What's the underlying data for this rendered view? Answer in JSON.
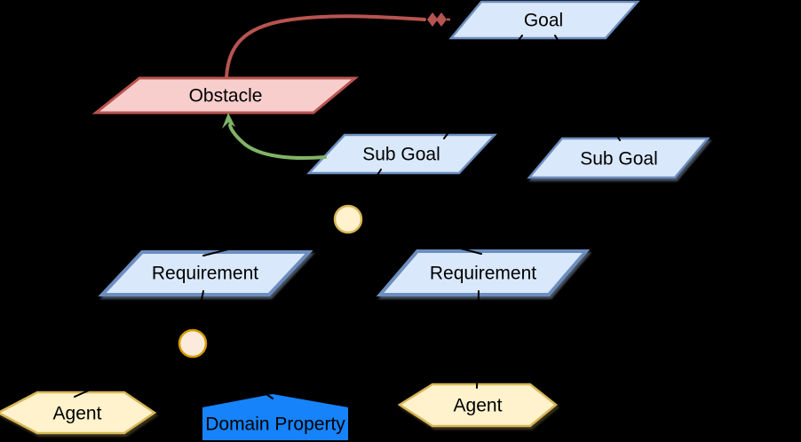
{
  "canvas": {
    "background": "#000000"
  },
  "diagram": {
    "type": "kaos-goal-model",
    "nodes": {
      "goal": {
        "label": "Goal",
        "shape": "parallelogram",
        "fill": "#DAE8FC",
        "stroke": "#6C8EBF"
      },
      "obstacle": {
        "label": "Obstacle",
        "shape": "parallelogram",
        "fill": "#F8CECC",
        "stroke": "#B85450"
      },
      "sub_goal_left": {
        "label": "Sub Goal",
        "shape": "parallelogram",
        "fill": "#DAE8FC",
        "stroke": "#6C8EBF"
      },
      "sub_goal_right": {
        "label": "Sub Goal",
        "shape": "parallelogram",
        "fill": "#DAE8FC",
        "stroke": "#6C8EBF"
      },
      "requirement_left": {
        "label": "Requirement",
        "shape": "parallelogram",
        "fill": "#DAE8FC",
        "stroke": "#6C8EBF"
      },
      "requirement_right": {
        "label": "Requirement",
        "shape": "parallelogram",
        "fill": "#DAE8FC",
        "stroke": "#6C8EBF"
      },
      "agent_left": {
        "label": "Agent",
        "shape": "hexagon",
        "fill": "#FFF2CC",
        "stroke": "#D6B656"
      },
      "agent_right": {
        "label": "Agent",
        "shape": "hexagon",
        "fill": "#FFF2CC",
        "stroke": "#D6B656"
      },
      "domain_property": {
        "label": "Domain Property",
        "shape": "pentagon",
        "fill": "#1683FA",
        "text_color": "#F2F2F2"
      },
      "junction_upper": {
        "shape": "circle",
        "fill": "#FFF2CC",
        "stroke": "#D6B656"
      },
      "junction_lower": {
        "shape": "circle",
        "fill": "#FCEBDD",
        "stroke": "#D79B00"
      }
    },
    "edges": {
      "obstruction_color": "#B85450",
      "resolution_color": "#82B366",
      "refinement_color": "#000000"
    }
  }
}
